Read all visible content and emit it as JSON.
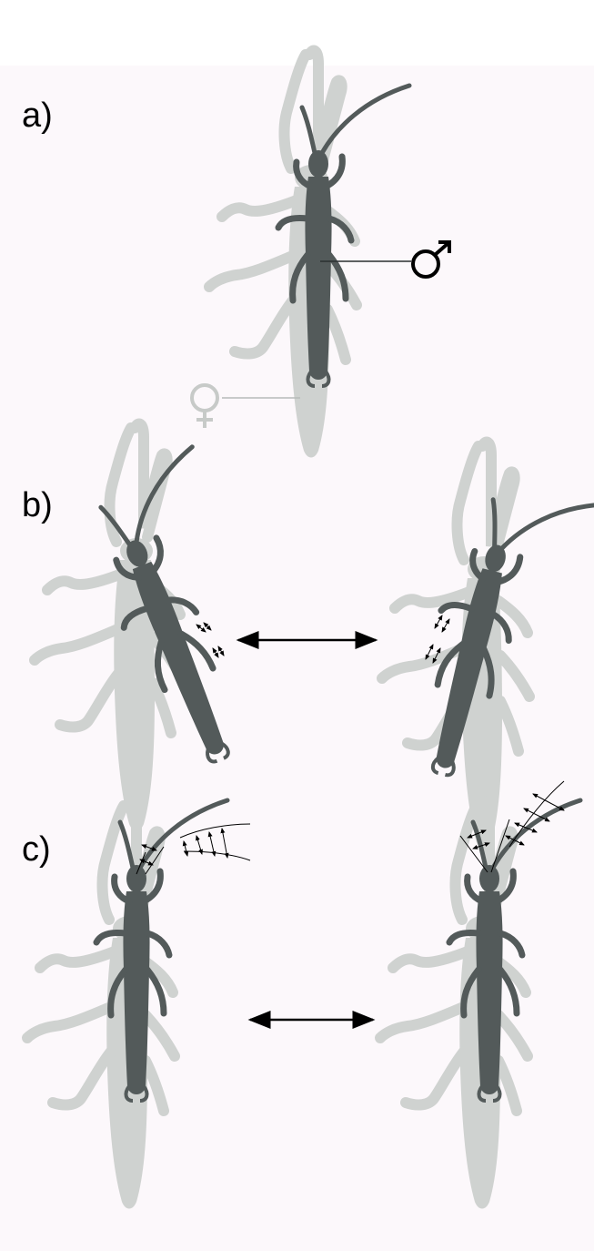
{
  "figure": {
    "panel_labels": {
      "a": "a)",
      "b": "b)",
      "c": "c)"
    }
  },
  "symbols": {
    "male": "male-symbol",
    "female": "female-symbol"
  },
  "colors": {
    "background": "#fcf8fb",
    "female_silhouette": "#cfd2d0",
    "male_silhouette": "#535a5a",
    "arrow": "#000000"
  }
}
